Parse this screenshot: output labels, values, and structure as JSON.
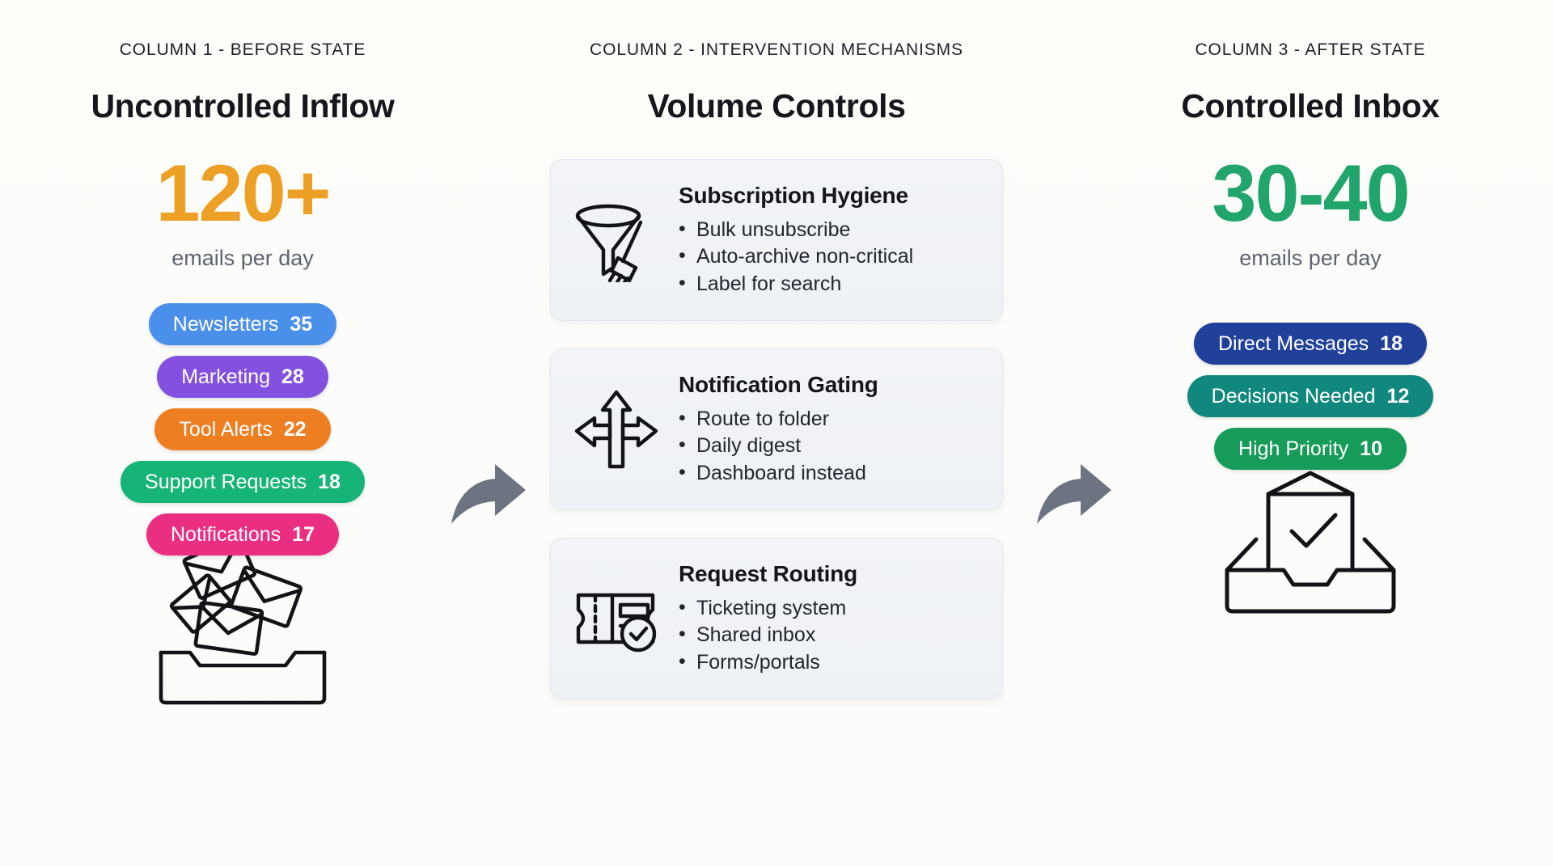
{
  "columns": {
    "before": {
      "eyebrow": "COLUMN 1 - BEFORE STATE",
      "title": "Uncontrolled Inflow",
      "metric": "120+",
      "metric_color": "#eda026",
      "metric_caption": "emails per day",
      "pills": [
        {
          "label": "Newsletters",
          "count": "35",
          "color": "#4a90ea"
        },
        {
          "label": "Marketing",
          "count": "28",
          "color": "#8450e0"
        },
        {
          "label": "Tool Alerts",
          "count": "22",
          "color": "#ee7e22"
        },
        {
          "label": "Support Requests",
          "count": "18",
          "color": "#16b476"
        },
        {
          "label": "Notifications",
          "count": "17",
          "color": "#ea2f83"
        }
      ],
      "illustration": "messy-envelopes-inbox-icon"
    },
    "middle": {
      "eyebrow": "COLUMN 2 - INTERVENTION MECHANISMS",
      "title": "Volume Controls",
      "cards": [
        {
          "icon": "funnel-broom-icon",
          "title": "Subscription Hygiene",
          "bullets": [
            "Bulk unsubscribe",
            "Auto-archive non-critical",
            "Label for search"
          ]
        },
        {
          "icon": "three-way-arrow-icon",
          "title": "Notification Gating",
          "bullets": [
            "Route to folder",
            "Daily digest",
            "Dashboard instead"
          ]
        },
        {
          "icon": "ticket-check-icon",
          "title": "Request Routing",
          "bullets": [
            "Ticketing system",
            "Shared inbox",
            "Forms/portals"
          ]
        }
      ]
    },
    "after": {
      "eyebrow": "COLUMN 3 - AFTER STATE",
      "title": "Controlled Inbox",
      "metric": "30-40",
      "metric_color": "#21a56d",
      "metric_caption": "emails per day",
      "pills": [
        {
          "label": "Direct Messages",
          "count": "18",
          "color": "#21409a"
        },
        {
          "label": "Decisions Needed",
          "count": "12",
          "color": "#10887d"
        },
        {
          "label": "High Priority",
          "count": "10",
          "color": "#169b58"
        }
      ],
      "illustration": "inbox-check-icon"
    }
  },
  "connectors": [
    {
      "name": "arrow-before-to-middle",
      "color": "#6b7480"
    },
    {
      "name": "arrow-middle-to-after",
      "color": "#6b7480"
    }
  ],
  "theme": {
    "background": "#fdfdfb",
    "card_background": "#eff2f6",
    "card_border": "#e1e6ec",
    "heading_color": "#15171c",
    "caption_color": "#5d6470"
  }
}
